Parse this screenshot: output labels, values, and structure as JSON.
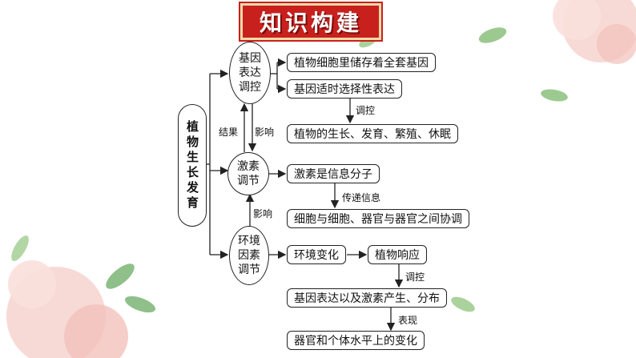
{
  "title": "知识构建",
  "root": "植物生长发育",
  "regulators": {
    "gene": "基因表达调控",
    "hormone": "激素调节",
    "environment": "环境因素调节"
  },
  "gene_items": [
    "植物细胞里储存着全套基因",
    "基因适时选择性表达",
    "植物的生长、发育、繁殖、休眠"
  ],
  "hormone_items": [
    "激素是信息分子",
    "细胞与细胞、器官与器官之间协调"
  ],
  "env_items": {
    "change": "环境变化",
    "response": "植物响应",
    "expression": "基因表达以及激素产生、分布",
    "organ": "器官和个体水平上的变化"
  },
  "labels": {
    "regulate1": "调控",
    "result": "结果",
    "influence1": "影响",
    "transmit": "传递信息",
    "influence2": "影响",
    "regulate2": "调控",
    "manifest": "表现"
  },
  "colors": {
    "banner": "#c8211d",
    "leaf": "#8fc08a",
    "flower": "#f3c7c2"
  }
}
